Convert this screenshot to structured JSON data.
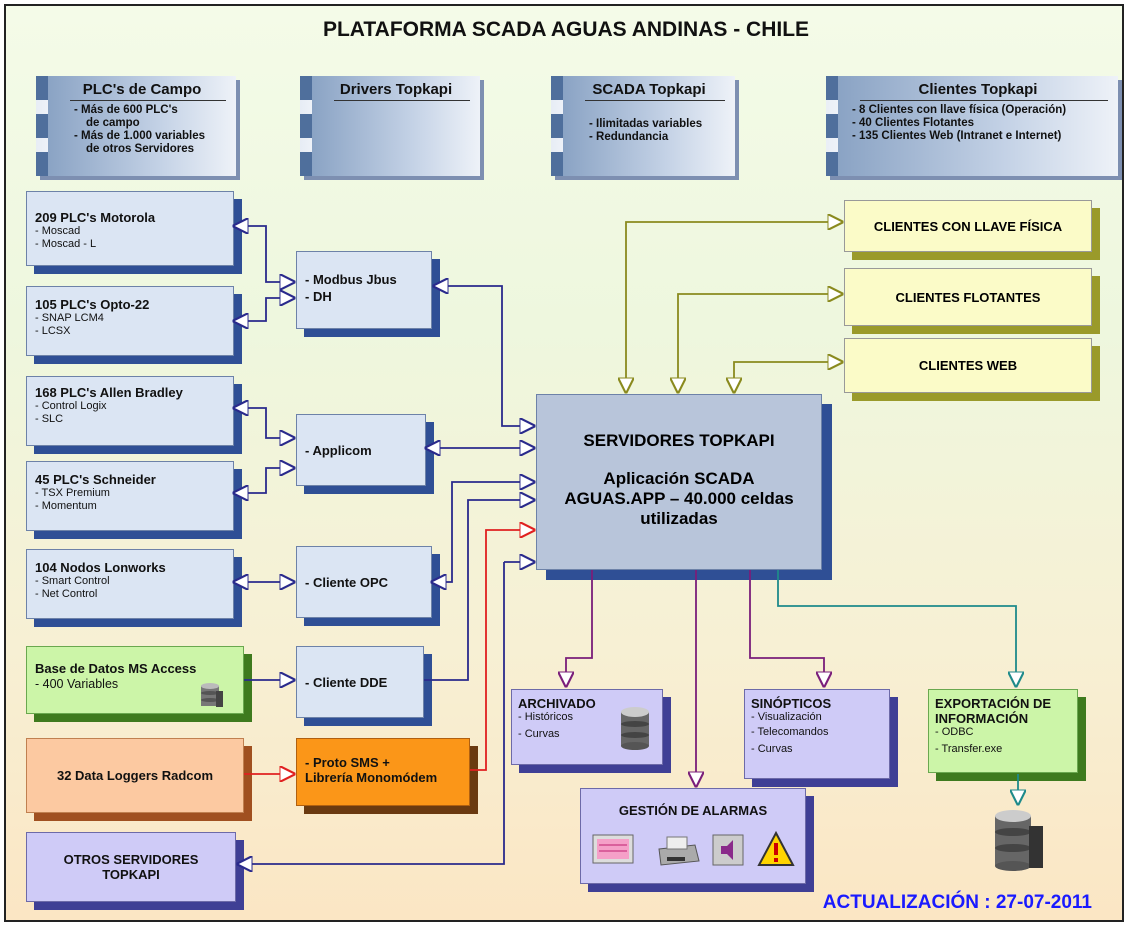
{
  "title": "PLATAFORMA SCADA AGUAS ANDINAS - CHILE",
  "headers": {
    "plc": {
      "title": "PLC's de Campo",
      "lines": [
        "- Más de 600 PLC's",
        "de campo",
        "- Más de 1.000 variables",
        "de otros Servidores"
      ]
    },
    "drivers": {
      "title": "Drivers Topkapi"
    },
    "scada": {
      "title": "SCADA Topkapi",
      "lines": [
        "- Ilimitadas variables",
        "- Redundancia"
      ]
    },
    "clientes": {
      "title": "Clientes Topkapi",
      "lines": [
        "- 8 Clientes con llave física (Operación)",
        "- 40 Clientes Flotantes",
        "- 135 Clientes Web (Intranet e Internet)"
      ]
    }
  },
  "sources": {
    "motorola": {
      "title": "209 PLC's Motorola",
      "items": [
        "- Moscad",
        "- Moscad - L"
      ]
    },
    "opto": {
      "title": "105 PLC's  Opto-22",
      "items": [
        "- SNAP LCM4",
        "- LCSX"
      ]
    },
    "allen": {
      "title": "168 PLC's  Allen Bradley",
      "items": [
        "- Control Logix",
        "- SLC"
      ]
    },
    "schneider": {
      "title": "45 PLC's  Schneider",
      "items": [
        "- TSX Premium",
        "-  Momentum"
      ]
    },
    "lonworks": {
      "title": "104 Nodos Lonworks",
      "items": [
        "- Smart Control",
        "- Net Control"
      ]
    },
    "access": {
      "title": "Base de Datos MS Access",
      "items": [
        "- 400 Variables"
      ]
    },
    "radcom": {
      "title": "32 Data Loggers Radcom"
    },
    "otros": {
      "line1": "OTROS SERVIDORES",
      "line2": "TOPKAPI"
    }
  },
  "drivers": {
    "modbus": {
      "line1": "- Modbus  Jbus",
      "line2": "- DH"
    },
    "applicom": {
      "label": "- Applicom"
    },
    "opc": {
      "label": "- Cliente OPC"
    },
    "dde": {
      "label": "- Cliente DDE"
    },
    "sms": {
      "line1": "- Proto SMS +",
      "line2": "Librería Monomódem"
    }
  },
  "server": {
    "title": "SERVIDORES TOPKAPI",
    "line1": "Aplicación SCADA",
    "line2": "AGUAS.APP – 40.000 celdas",
    "line3": "utilizadas"
  },
  "clients": {
    "fisica": "CLIENTES CON LLAVE FÍSICA",
    "flotantes": "CLIENTES FLOTANTES",
    "web": "CLIENTES WEB"
  },
  "outputs": {
    "archivado": {
      "title": "ARCHIVADO",
      "items": [
        "- Históricos",
        "- Curvas"
      ]
    },
    "sinopticos": {
      "title": "SINÓPTICOS",
      "items": [
        "- Visualización",
        "- Telecomandos",
        "- Curvas"
      ]
    },
    "alarmas": {
      "title": "GESTIÓN DE ALARMAS"
    },
    "exportacion": {
      "title1": "EXPORTACIÓN DE",
      "title2": "INFORMACIÓN",
      "items": [
        "- ODBC",
        "- Transfer.exe"
      ]
    }
  },
  "update": "ACTUALIZACIÓN : 27-07-2011",
  "colors": {
    "navy": "#2a2a8c",
    "olive": "#8a8a1e",
    "purple": "#7a1e7a",
    "teal": "#1e8a8a",
    "red": "#e02020"
  },
  "icons": [
    "database-icon",
    "monitor-icon",
    "printer-icon",
    "speaker-icon",
    "warning-icon"
  ]
}
